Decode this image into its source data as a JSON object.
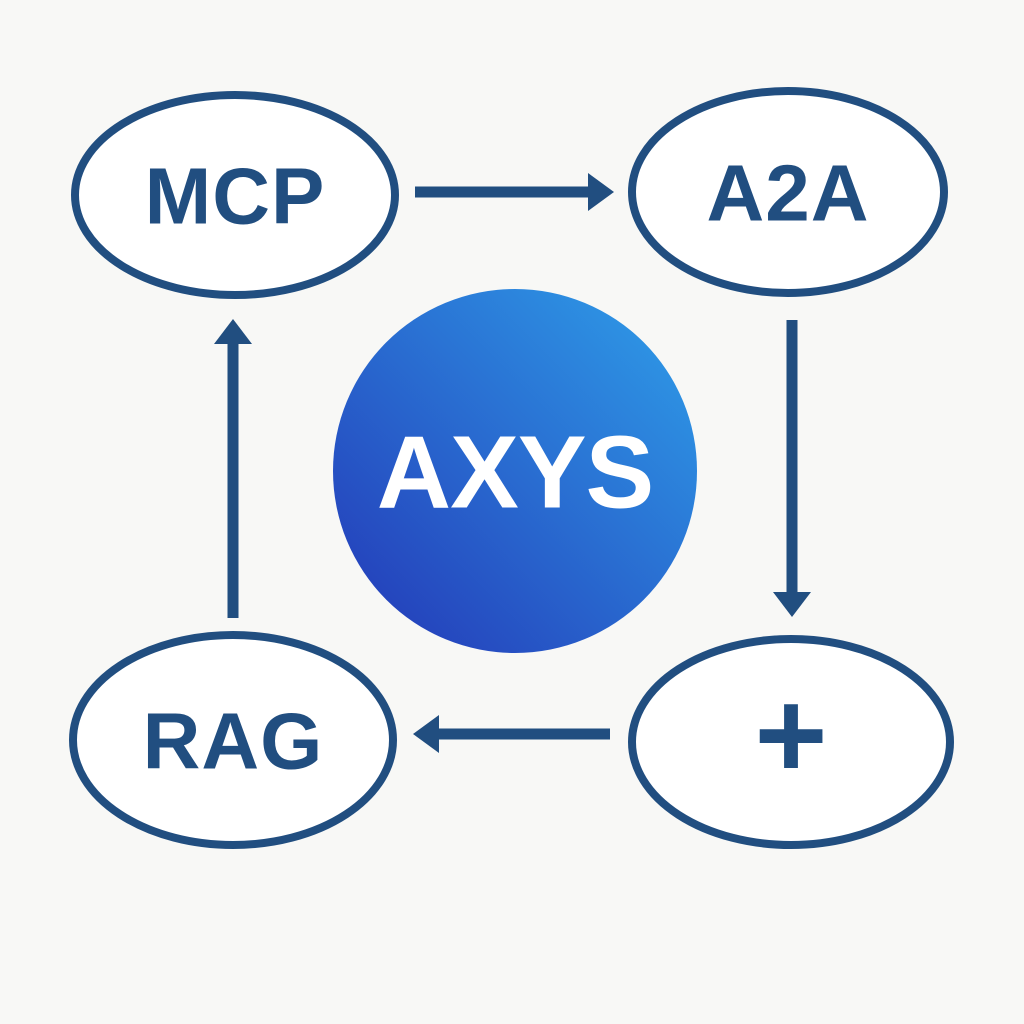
{
  "colors": {
    "bg": "#f8f8f6",
    "navy": "#214e80",
    "node-fill": "#ffffff",
    "center-text": "#ffffff",
    "grad-light": "#2fa0ea",
    "grad-dark": "#2336b6"
  },
  "diagram": {
    "center": {
      "label": "AXYS"
    },
    "nodes": [
      {
        "id": "mcp",
        "label": "MCP"
      },
      {
        "id": "a2a",
        "label": "A2A"
      },
      {
        "id": "plus",
        "label": "+"
      },
      {
        "id": "rag",
        "label": "RAG"
      }
    ],
    "arrows": [
      {
        "from": "MCP",
        "to": "A2A",
        "direction": "right"
      },
      {
        "from": "A2A",
        "to": "+",
        "direction": "down"
      },
      {
        "from": "+",
        "to": "RAG",
        "direction": "left"
      },
      {
        "from": "RAG",
        "to": "MCP",
        "direction": "up"
      }
    ]
  }
}
